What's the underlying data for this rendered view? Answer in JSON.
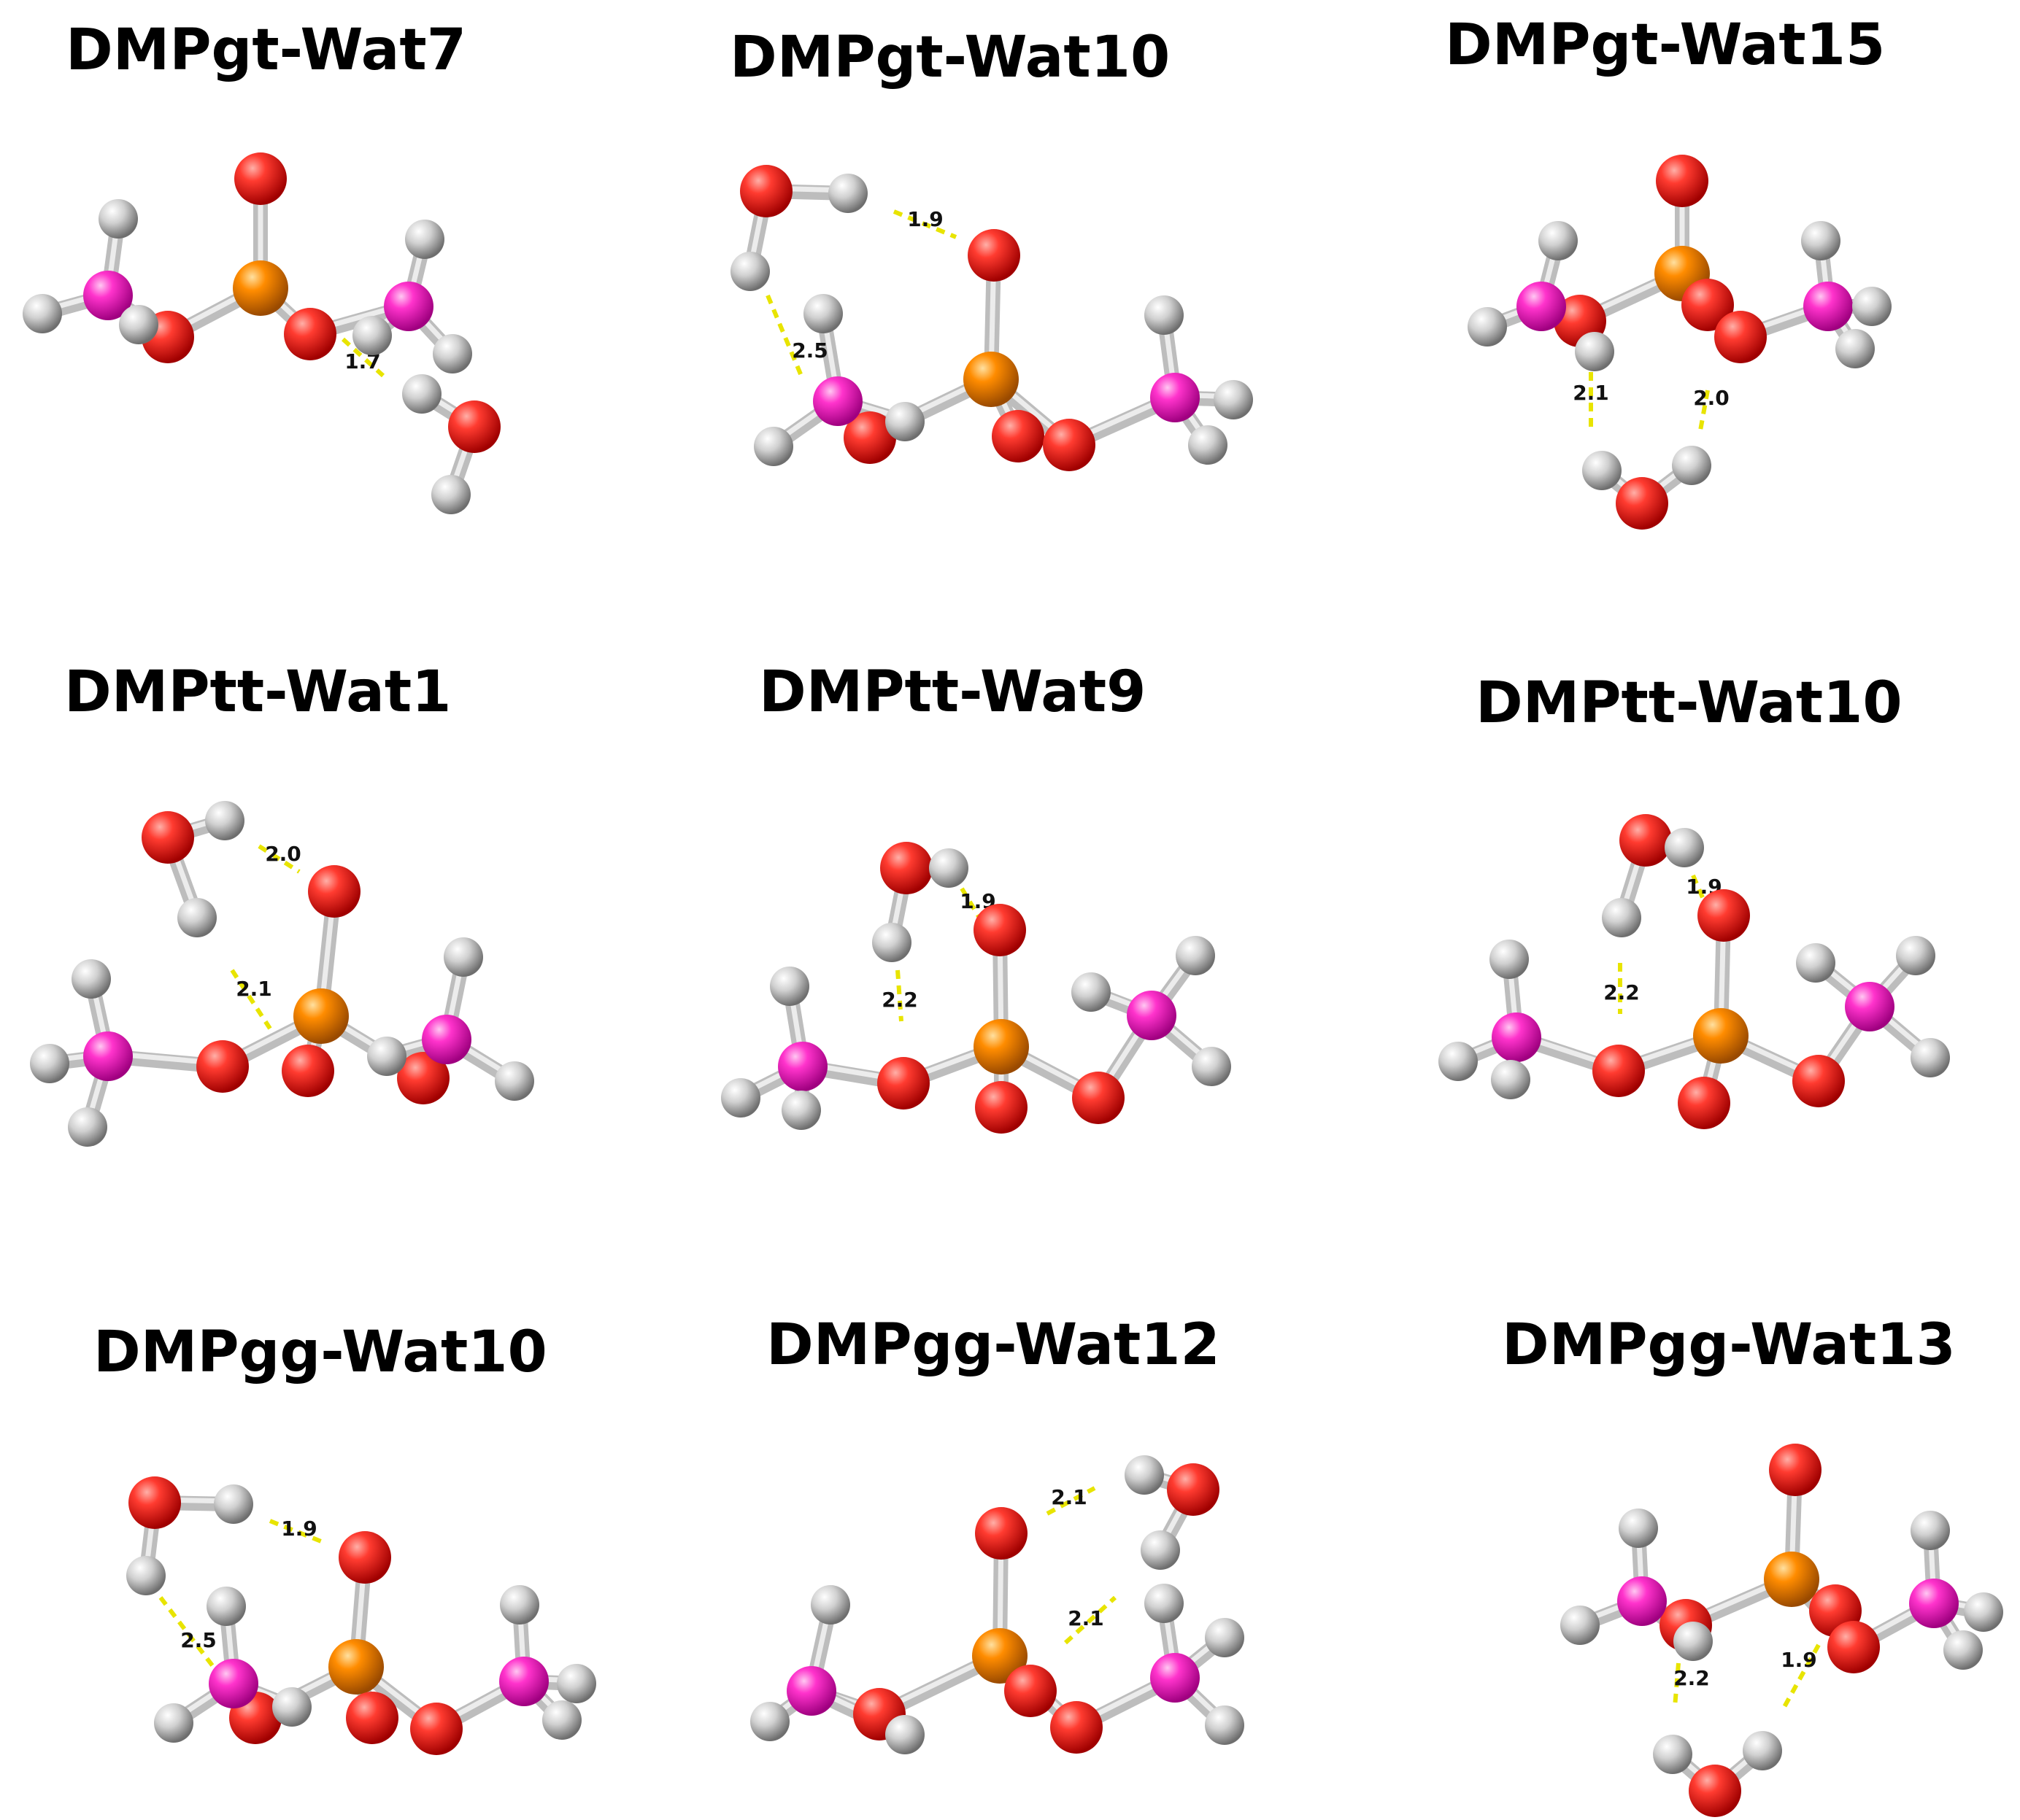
{
  "colors": {
    "oxygen": "#ff2a2a",
    "phosphorus": "#ff8c00",
    "carbon": "#ff33cc",
    "hydrogen": "#c9c9c9",
    "bond": "#bdbdbd",
    "hbond": "#e8e400"
  },
  "panels": [
    {
      "title": "DMPgt-Wat7",
      "distances": [
        "1.7"
      ]
    },
    {
      "title": "DMPgt-Wat10",
      "distances": [
        "1.9",
        "2.5"
      ]
    },
    {
      "title": "DMPgt-Wat15",
      "distances": [
        "2.1",
        "2.0"
      ]
    },
    {
      "title": "DMPtt-Wat1",
      "distances": [
        "2.0",
        "2.1"
      ]
    },
    {
      "title": "DMPtt-Wat9",
      "distances": [
        "1.9",
        "2.2"
      ]
    },
    {
      "title": "DMPtt-Wat10",
      "distances": [
        "1.9",
        "2.2"
      ]
    },
    {
      "title": "DMPgg-Wat10",
      "distances": [
        "1.9",
        "2.5"
      ]
    },
    {
      "title": "DMPgg-Wat12",
      "distances": [
        "2.1",
        "2.1"
      ]
    },
    {
      "title": "DMPgg-Wat13",
      "distances": [
        "2.2",
        "1.9"
      ]
    }
  ]
}
